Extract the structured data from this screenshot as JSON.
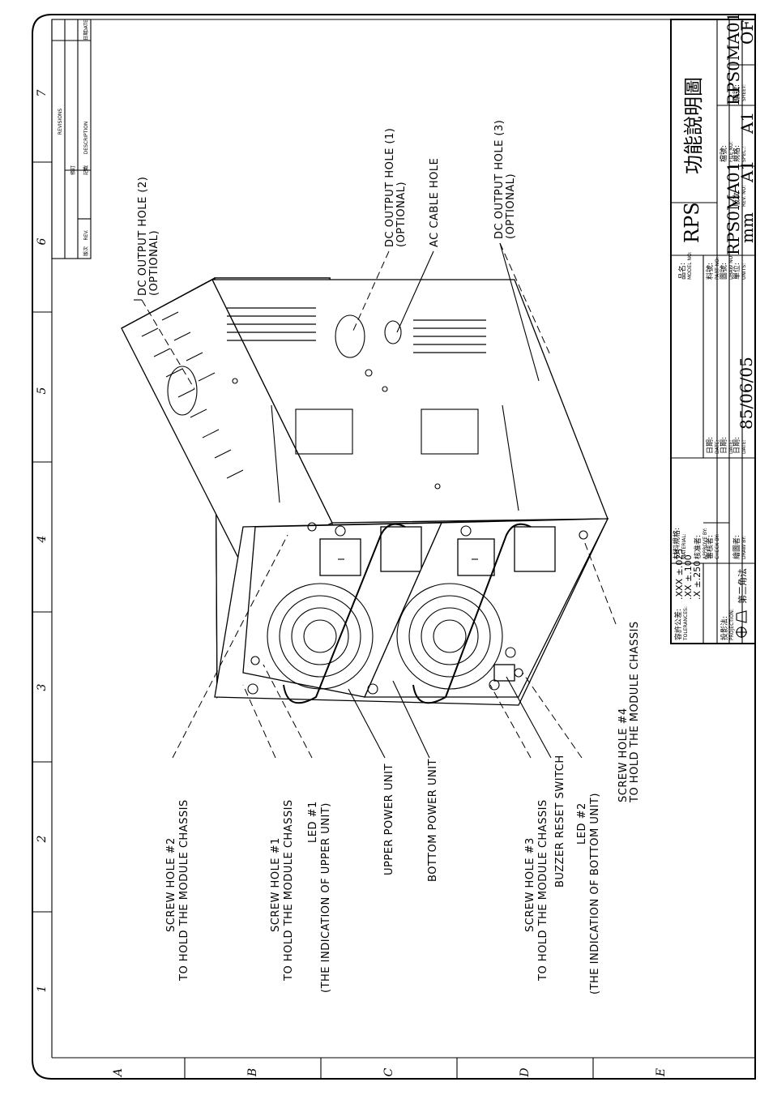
{
  "callouts": {
    "dc_output_2": [
      "DC OUTPUT HOLE (2)",
      "(OPTIONAL)"
    ],
    "dc_output_1": [
      "DC OUTPUT HOLE (1)",
      "(OPTIONAL)"
    ],
    "ac_cable": [
      "AC CABLE HOLE"
    ],
    "dc_output_3": [
      "DC OUTPUT HOLE (3)",
      "(OPTIONAL)"
    ],
    "screw_4": [
      "SCREW HOLE #4",
      "TO HOLD THE MODULE CHASSIS"
    ],
    "screw_2": [
      "SCREW HOLE #2",
      "TO HOLD THE MODULE CHASSIS"
    ],
    "screw_1": [
      "SCREW HOLE #1",
      "TO HOLD THE MODULE CHASSIS"
    ],
    "led_1": [
      "LED #1",
      "(THE INDICATION OF UPPER UNIT)"
    ],
    "upper_unit": [
      "UPPER POWER UNIT"
    ],
    "bottom_unit": [
      "BOTTOM POWER UNIT"
    ],
    "screw_3": [
      "SCREW HOLE #3",
      "TO HOLD THE MODULE CHASSIS"
    ],
    "buzzer": [
      "BUZZER RESET SWITCH"
    ],
    "led_2": [
      "LED #2",
      "(THE INDICATION OF BOTTOM UNIT)"
    ]
  },
  "border": {
    "column_zones": [
      "1",
      "2",
      "3",
      "4",
      "5",
      "6",
      "7"
    ],
    "row_zones": [
      "A",
      "B",
      "C",
      "D",
      "E"
    ]
  },
  "revisions": {
    "title": "REVISIONS",
    "col_rev_cn": "版次",
    "col_rev": "REV.",
    "col_mod_cn": "修訂",
    "col_desc_cn": "記載",
    "col_desc": "DESCRIPTION",
    "col_date_cn": "日期",
    "col_date": "DATE"
  },
  "title_block": {
    "tolerances_cn": "容許公差:",
    "tolerances_en": "TOLERANCES:",
    "tolerance_rows": [
      ".XXX ±.025",
      ".XX ±.100",
      ".X ±.250"
    ],
    "projection_cn": "投影法:",
    "projection_en": "PROJECTION:",
    "projection_value": "第三角法",
    "material_cn": "材料規格:",
    "material_en": "MATERIAL:",
    "approve_cn": "核准者:",
    "approve_en": "APPROVE BY:",
    "check_cn": "審核者:",
    "check_en": "CHECK BY:",
    "draw_by_cn": "繪圖者:",
    "draw_by_en": "DRAW BY:",
    "date_cn": "日期:",
    "date_en": "DATE:",
    "date_value": "85/06/05",
    "model_cn": "品名:",
    "model_en": "MODEL NO:",
    "part_cn": "料號:",
    "part_en": "PART NO:",
    "draw_no_cn": "圖號:",
    "draw_no_en": "DRAW NO:",
    "draw_no_value": "RPS0MA01",
    "units_cn": "單位:",
    "units_en": "UNITS:",
    "units_value": "mm",
    "rev_cn": "版次:",
    "rev_en": "REV. NO:",
    "rev_value": "A1",
    "file_cn": "檔號:",
    "file_en": "FILE NO:",
    "file_value": "RPS0MA01",
    "spec_cn": "規格:",
    "spec_en": "SPEC.:",
    "spec_value": "A1",
    "sheet_cn": "編號:",
    "sheet_en": "SHEET:",
    "sheet_value": "OF",
    "title_en": "RPS",
    "title_cn": "功能說明圖"
  }
}
